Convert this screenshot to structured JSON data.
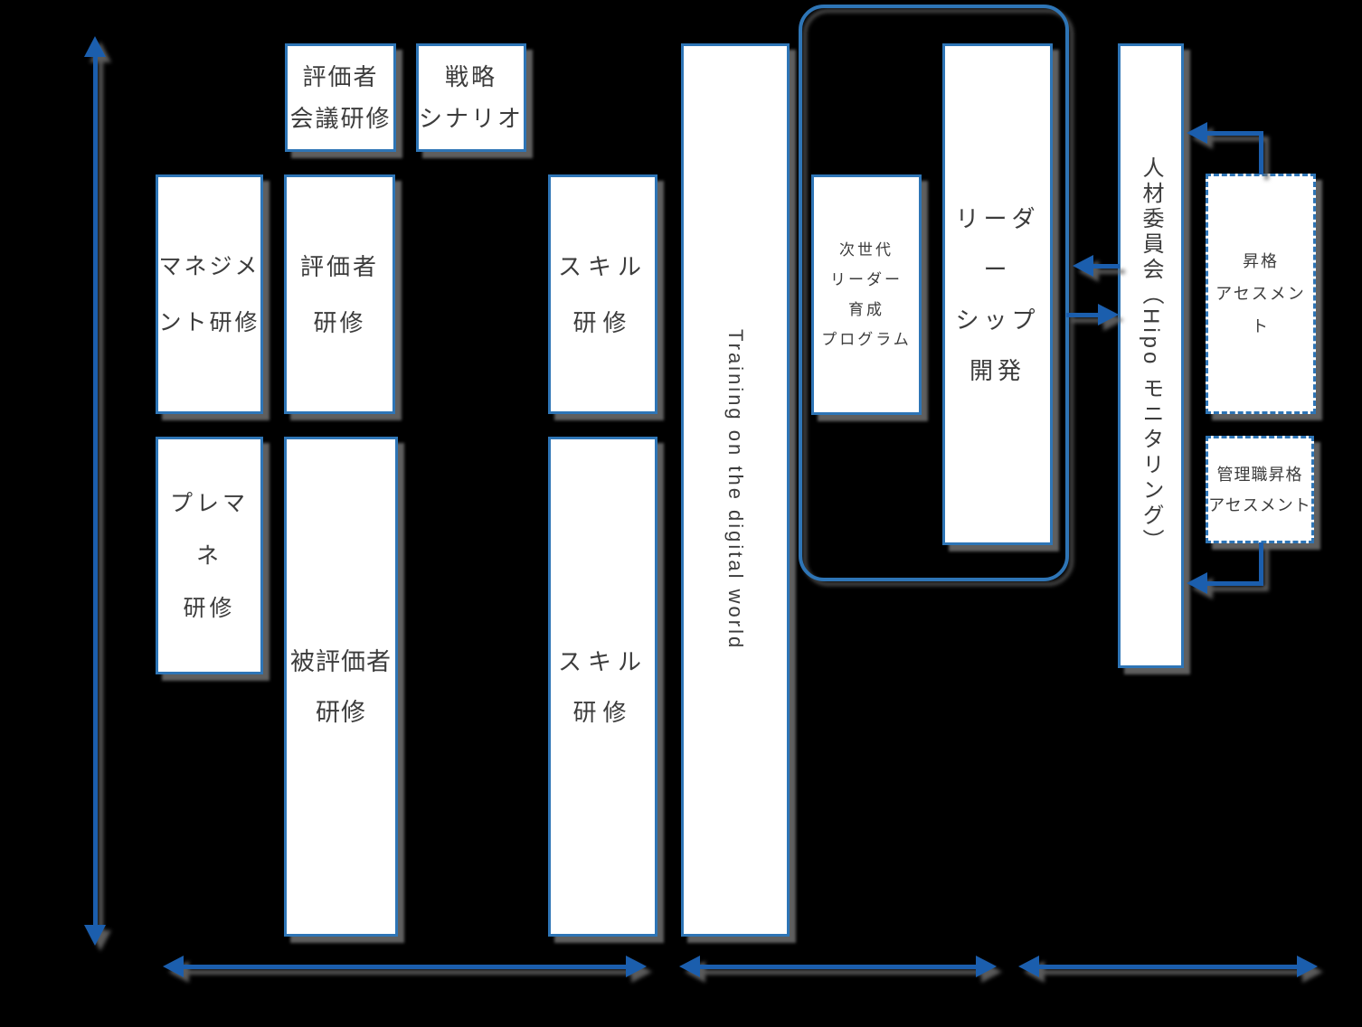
{
  "colors": {
    "background": "#000000",
    "box_border": "#2e75b6",
    "box_fill": "#ffffff",
    "arrow": "#1b5ead",
    "text": "#3c3c3c"
  },
  "boxes": {
    "evaluator_meeting_training": "評価者\n会議研修",
    "strategy_scenario": "戦略\nシナリオ",
    "management_training": "マネジメ\nント研修",
    "evaluator_training": "評価者\n研修",
    "skill_training_upper": "スキル\n研修",
    "pre_manager_training": "プレマネ\n研修",
    "evaluatee_training": "被評価者\n研修",
    "skill_training_lower": "スキル\n研修",
    "digital_training": "Training on the digital world",
    "next_gen_leader_program": "次世代\nリーダー\n育成\nプログラム",
    "leadership_development": "リーダー\nシップ\n開発",
    "hr_committee": "人材委員会（Hipo モニタリング）",
    "promotion_assessment": "昇格\nアセスメント",
    "manager_promotion_assessment": "管理職昇格\nアセスメント"
  }
}
